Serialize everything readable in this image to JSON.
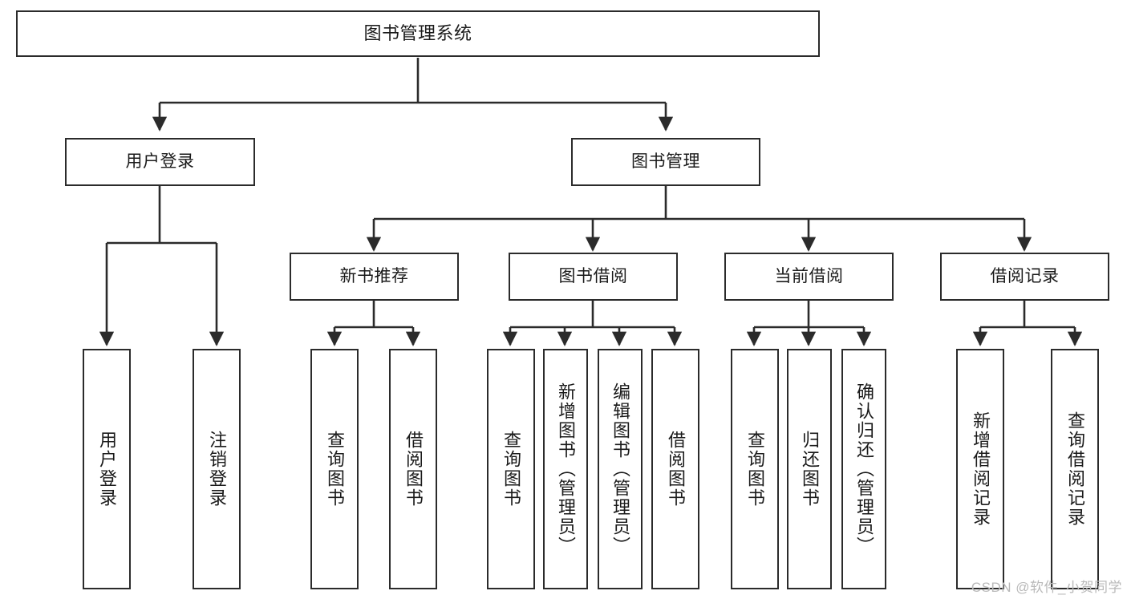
{
  "diagram": {
    "title": "图书管理系统",
    "watermark": "CSDN @软件_小贺同学",
    "accent_color": "#2b2b2b",
    "background_color": "#ffffff",
    "levels": {
      "level1": [
        {
          "label": "用户登录"
        },
        {
          "label": "图书管理"
        }
      ],
      "level2": [
        {
          "label": "新书推荐"
        },
        {
          "label": "图书借阅"
        },
        {
          "label": "当前借阅"
        },
        {
          "label": "借阅记录"
        }
      ],
      "leaves_user_login": [
        {
          "label": "用户登录"
        },
        {
          "label": "注销登录"
        }
      ],
      "leaves_new_book": [
        {
          "label": "查询图书"
        },
        {
          "label": "借阅图书"
        }
      ],
      "leaves_borrow": [
        {
          "label": "查询图书"
        },
        {
          "label": "新增图书（管理员）"
        },
        {
          "label": "编辑图书（管理员）"
        },
        {
          "label": "借阅图书"
        }
      ],
      "leaves_current": [
        {
          "label": "查询图书"
        },
        {
          "label": "归还图书"
        },
        {
          "label": "确认归还（管理员）"
        }
      ],
      "leaves_record": [
        {
          "label": "新增借阅记录"
        },
        {
          "label": "查询借阅记录"
        }
      ]
    }
  }
}
